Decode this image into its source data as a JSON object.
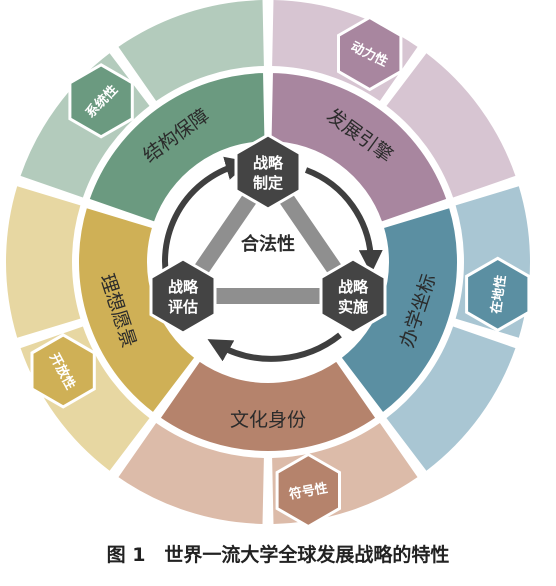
{
  "center": {
    "label": "合法性"
  },
  "cycle": [
    {
      "line1": "战略",
      "line2": "制定"
    },
    {
      "line1": "战略",
      "line2": "实施"
    },
    {
      "line1": "战略",
      "line2": "评估"
    }
  ],
  "segments": [
    {
      "label": "结构保障",
      "outer_label": "系统性",
      "color": "#6b9a80",
      "outer_color": "#b3cbbc",
      "badge_color": "#6b9a80"
    },
    {
      "label": "发展引擎",
      "outer_label": "动力性",
      "color": "#a8869f",
      "outer_color": "#d7c5d2",
      "badge_color": "#a8869f"
    },
    {
      "label": "办学坐标",
      "outer_label": "在地性",
      "color": "#5b8fa2",
      "outer_color": "#a9c6d3",
      "badge_color": "#5b8fa2"
    },
    {
      "label": "文化身份",
      "outer_label": "符号性",
      "color": "#b5836c",
      "outer_color": "#dcbba9",
      "badge_color": "#b5836c"
    },
    {
      "label": "理想愿景",
      "outer_label": "开放性",
      "color": "#cfb056",
      "outer_color": "#e7d7a2",
      "badge_color": "#cfb056"
    }
  ],
  "caption": "图 1　世界一流大学全球发展战略的特性"
}
